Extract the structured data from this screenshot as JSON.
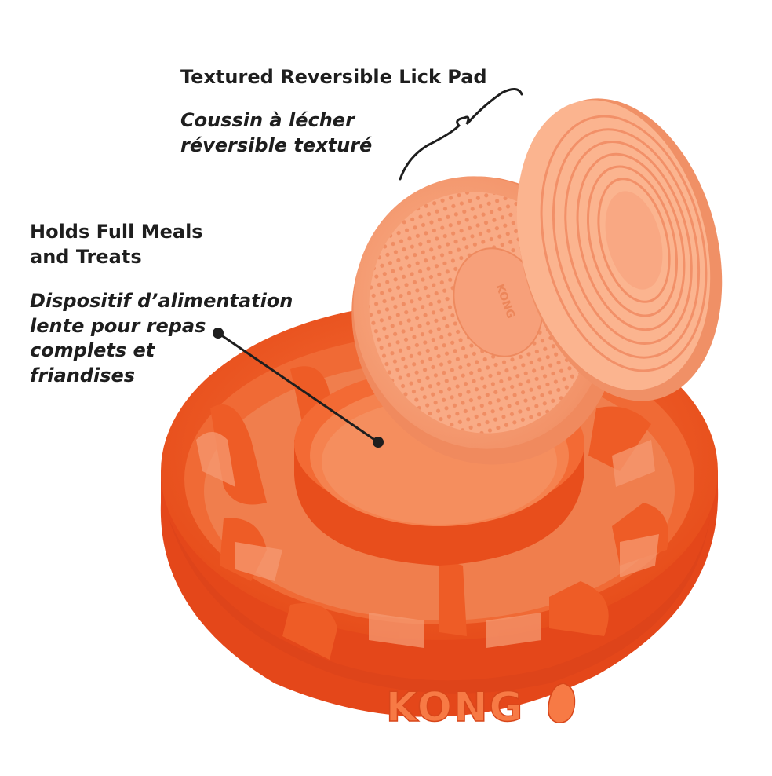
{
  "callouts": {
    "lick_pad": {
      "title": "Textured Reversible Lick Pad",
      "subtitle_lines": [
        "Coussin à lécher",
        "réversible texturé"
      ]
    },
    "meals": {
      "title_lines": [
        "Holds Full Meals",
        "and Treats"
      ],
      "subtitle_lines": [
        "Dispositif d’alimentation",
        "lente pour repas",
        "complets et",
        "friandises"
      ]
    }
  },
  "product": {
    "bowl_logo": "KONG",
    "pad_logo": "KONG",
    "colors": {
      "bowl": "#f2561f",
      "bowl_dark": "#d94314",
      "bowl_inner": "#f47a45",
      "pad": "#f8a07a",
      "pad_light": "#fbb896",
      "pad_dark": "#e8835a",
      "text": "#1e1e1e"
    }
  }
}
